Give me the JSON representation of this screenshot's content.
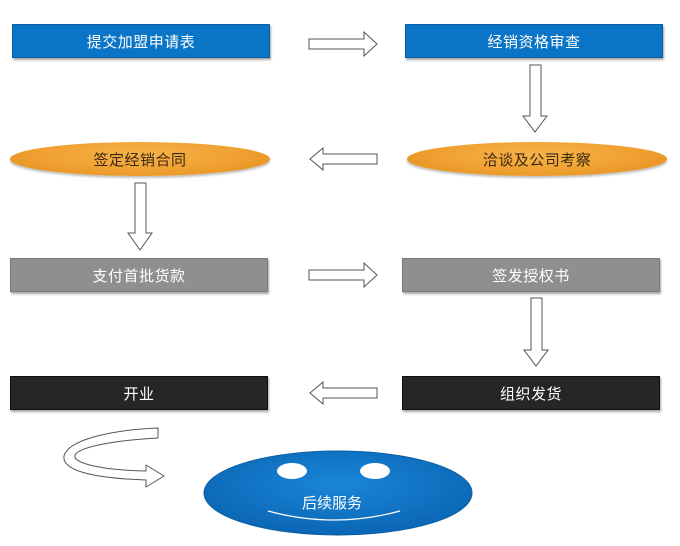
{
  "nodes": {
    "submit_application": "提交加盟申请表",
    "qualification_review": "经销资格审查",
    "negotiation_inspection": "洽谈及公司考察",
    "sign_contract": "签定经销合同",
    "pay_first_batch": "支付首批货款",
    "issue_authorization": "签发授权书",
    "organize_shipment": "组织发货",
    "open_business": "开业",
    "after_sales_service": "后续服务"
  },
  "colors": {
    "blue": "#0a74c6",
    "orange": "#f0a030",
    "gray": "#8f8f8f",
    "black": "#262626",
    "face_blue": "#0a74c6"
  },
  "icons": [
    "arrow-right-icon",
    "arrow-down-icon",
    "arrow-left-icon",
    "curved-arrow-icon",
    "smiley-face-icon"
  ]
}
